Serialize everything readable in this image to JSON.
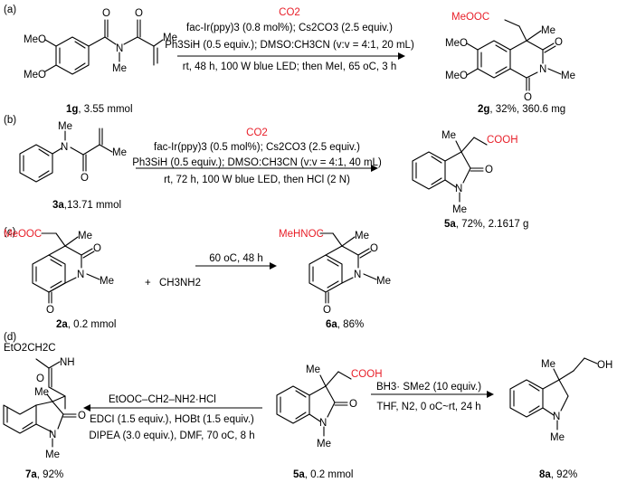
{
  "panels": {
    "a": {
      "label": "(a)",
      "reactant_caption_id": "1g",
      "reactant_caption_rest": ", 3.55 mmol",
      "co2": "CO2",
      "conditions": [
        "fac-Ir(ppy)3 (0.8 mol%); Cs2CO3 (2.5 equiv.)",
        "Ph3SiH (0.5 equiv.); DMSO:CH3CN (v:v = 4:1, 20 mL)",
        "rt, 48 h, 100 W blue LED; then MeI, 65 oC, 3 h"
      ],
      "product_caption_id": "2g",
      "product_caption_rest": ", 32%, 360.6 mg",
      "reactant_atoms": {
        "meo1": "MeO",
        "meo2": "MeO",
        "o1": "O",
        "o2": "O",
        "n": "N",
        "me_n": "Me",
        "me": "Me"
      },
      "product_atoms": {
        "meooc": "MeOOC",
        "me": "Me",
        "meo1": "MeO",
        "meo2": "MeO",
        "o1": "O",
        "o2": "O",
        "n": "N",
        "me_n": "Me"
      }
    },
    "b": {
      "label": "(b)",
      "reactant_caption_id": "3a",
      "reactant_caption_rest": ",13.71 mmol",
      "co2": "CO2",
      "conditions": [
        "fac-Ir(ppy)3 (0.5 mol%); Cs2CO3 (2.5 equiv.)",
        "Ph3SiH (0.5 equiv.); DMSO:CH3CN (v:v = 4:1, 40 mL)",
        "rt, 72 h, 100 W blue LED, then HCl (2 N)"
      ],
      "product_caption_id": "5a",
      "product_caption_rest": ", 72%, 2.1617 g",
      "reactant_atoms": {
        "me_n": "Me",
        "n": "N",
        "o": "O",
        "me": "Me"
      },
      "product_atoms": {
        "me": "Me",
        "cooh": "COOH",
        "o": "O",
        "n": "N",
        "me_n": "Me"
      }
    },
    "c": {
      "label": "(c)",
      "reactant_caption_id": "2a",
      "reactant_caption_rest": ", 0.2 mmol",
      "plus": "+",
      "reagent": "CH3NH2",
      "conditions": [
        "60 oC, 48 h"
      ],
      "product_caption_id": "6a",
      "product_caption_rest": ", 86%",
      "reactant_atoms": {
        "meooc": "MeOOC",
        "me": "Me",
        "o1": "O",
        "o2": "O",
        "n": "N",
        "me_n": "Me"
      },
      "product_atoms": {
        "mehnoc": "MeHNOC",
        "me": "Me",
        "o1": "O",
        "o2": "O",
        "n": "N",
        "me_n": "Me"
      }
    },
    "d": {
      "label": "(d)",
      "left_product_caption_id": "7a",
      "left_product_caption_rest": ", 92%",
      "center_caption_id": "5a",
      "center_caption_rest": ", 0.2 mmol",
      "right_product_caption_id": "8a",
      "right_product_caption_rest": ", 92%",
      "left_reagent": "EtOOC–CH2–NH2·HCl",
      "left_conditions": [
        "EDCI (1.5 equiv.), HOBt (1.5 equiv.)",
        "DIPEA (3.0 equiv.), DMF, 70 oC, 8 h"
      ],
      "right_conditions": [
        "BH3· SMe2 (10 equiv.)",
        "THF, N2, 0 oC~rt, 24 h"
      ],
      "left_product_atoms": {
        "eto2chhc": "EtO2CH2C",
        "nh": "NH",
        "o_amide": "O",
        "me": "Me",
        "o": "O",
        "n": "N",
        "me_n": "Me"
      },
      "center_atoms": {
        "me": "Me",
        "cooh": "COOH",
        "o": "O",
        "n": "N",
        "me_n": "Me"
      },
      "right_product_atoms": {
        "me": "Me",
        "oh": "OH",
        "n": "N",
        "me_n": "Me"
      }
    }
  }
}
